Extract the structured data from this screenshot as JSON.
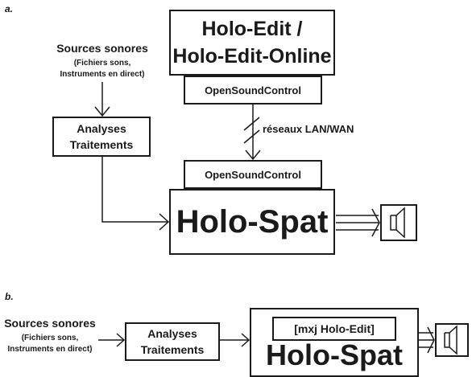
{
  "panel_a": {
    "letter": "a.",
    "sources_title": "Sources sonores",
    "sources_detail_line1": "(Fichiers sons,",
    "sources_detail_line2": "Instruments en direct)",
    "analyses_line1": "Analyses",
    "analyses_line2": "Traitements",
    "holoedit_line1": "Holo-Edit /",
    "holoedit_line2": "Holo-Edit-Online",
    "osc_top": "OpenSoundControl",
    "network_label": "réseaux LAN/WAN",
    "osc_bottom": "OpenSoundControl",
    "holospat": "Holo-Spat"
  },
  "panel_b": {
    "letter": "b.",
    "sources_title": "Sources sonores",
    "sources_detail_line1": "(Fichiers sons,",
    "sources_detail_line2": "Instruments en direct)",
    "analyses_line1": "Analyses",
    "analyses_line2": "Traitements",
    "mxj_label": "[mxj Holo-Edit]",
    "holospat": "Holo-Spat"
  },
  "colors": {
    "stroke": "#1a1a1a",
    "background": "#ffffff"
  },
  "icons": [
    "speaker-icon",
    "arrow-icon",
    "network-break-icon"
  ]
}
